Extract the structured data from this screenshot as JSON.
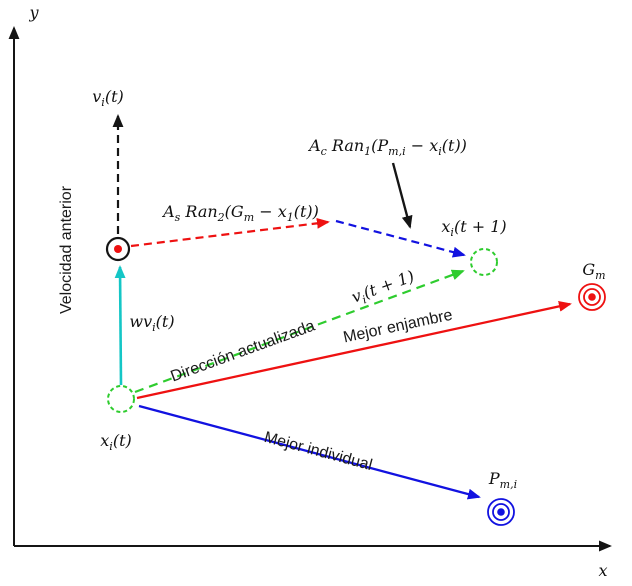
{
  "colors": {
    "black": "#151515",
    "red": "#ee1111",
    "blue": "#1212e0",
    "green": "#2ecc2e",
    "cyan": "#14c6c6"
  },
  "axes": {
    "x_label": "x",
    "y_label": "y"
  },
  "labels": {
    "prev_velocity_math": "v~i~(t)",
    "prev_velocity_text": "Velocidad anterior",
    "inertia_term": "wv~i~(t)",
    "swarm_term": "A~s~ Ran~2~(G~m~ − x~1~(t))",
    "cognitive_term": "A~c~ Ran~1~(P~m,i~ − x~i~(t))",
    "next_position": "x~i~(t + 1)",
    "current_position": "x~i~(t)",
    "updated_direction": "Dirección actualizada",
    "next_velocity": "v~i~(t + 1)",
    "best_swarm": "Mejor enjambre",
    "best_individual": "Mejor individual",
    "global_best": "G~m~",
    "personal_best": "P~m,i~"
  }
}
